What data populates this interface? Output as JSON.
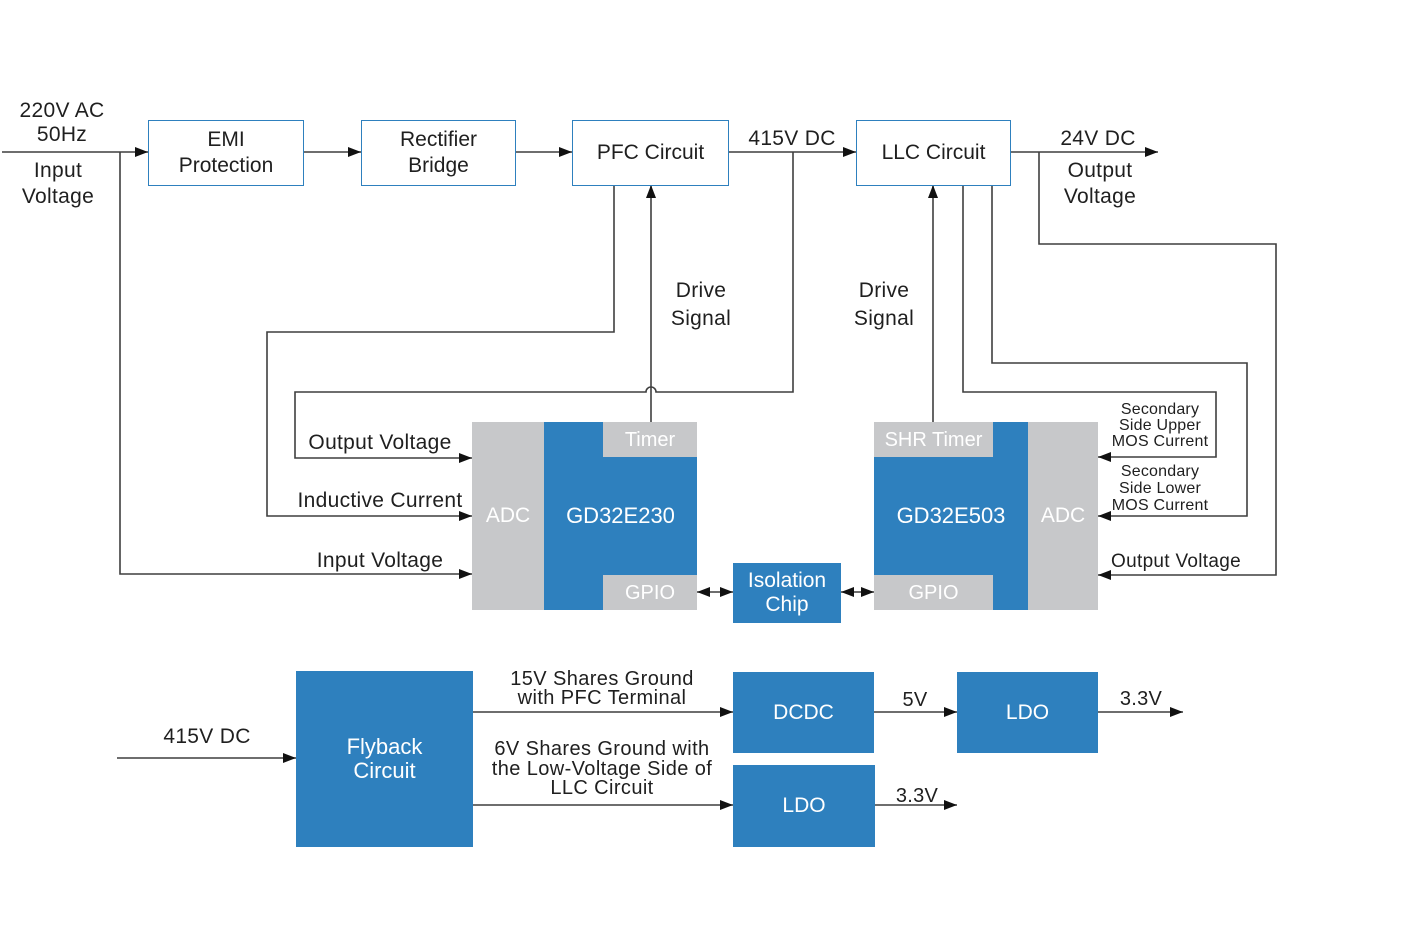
{
  "colors": {
    "blue": "#2E80BE",
    "gray": "#C7C8CA",
    "line": "#3F3F3F"
  },
  "input": {
    "spec": "220V AC\n50Hz",
    "label": "Input\nVoltage"
  },
  "blocks": {
    "emi": "EMI\nProtection",
    "rectifier": "Rectifier\nBridge",
    "pfc": "PFC Circuit",
    "llc": "LLC Circuit",
    "isolation": "Isolation\nChip",
    "flyback": "Flyback\nCircuit",
    "dcdc": "DCDC",
    "ldo_top": "LDO",
    "ldo_bottom": "LDO"
  },
  "mcu_left": {
    "name": "GD32E230",
    "adc": "ADC",
    "timer": "Timer",
    "gpio": "GPIO",
    "inputs": [
      "Output Voltage",
      "Inductive Current",
      "Input Voltage"
    ]
  },
  "mcu_right": {
    "name": "GD32E503",
    "adc": "ADC",
    "timer": "SHR Timer",
    "gpio": "GPIO",
    "inputs": [
      "Secondary\nSide Upper\nMOS Current",
      "Secondary\nSide Lower\nMOS Current",
      "Output Voltage"
    ]
  },
  "wires": {
    "bus_415": "415V DC",
    "out_24": "24V DC",
    "out_label": "Output\nVoltage",
    "drive_left": "Drive\nSignal",
    "drive_right": "Drive\nSignal",
    "flyback_in": "415V DC",
    "rail_15": "15V Shares Ground\nwith PFC Terminal",
    "rail_6": "6V Shares Ground with\nthe Low-Voltage Side of\nLLC Circuit",
    "v5": "5V",
    "v33_top": "3.3V",
    "v33_bottom": "3.3V"
  }
}
